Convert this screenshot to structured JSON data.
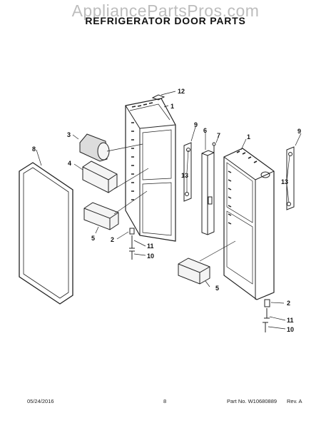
{
  "watermark": "AppliancePartsPros.com",
  "title": "REFRIGERATOR DOOR PARTS",
  "footer": {
    "date": "05/24/2016",
    "page": "8",
    "part_no": "Part No. W10680889",
    "rev": "Rev. A"
  },
  "callouts": [
    "12",
    "1",
    "3",
    "8",
    "4",
    "9",
    "6",
    "7",
    "1",
    "9",
    "13",
    "13",
    "5",
    "2",
    "11",
    "10",
    "5",
    "2",
    "11",
    "10"
  ],
  "colors": {
    "line": "#222222",
    "text": "#111111",
    "watermark": "#bdbdbd"
  }
}
